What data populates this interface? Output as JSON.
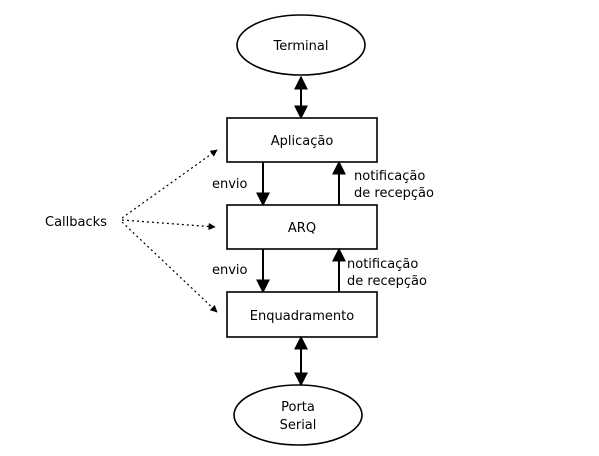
{
  "nodes": {
    "terminal": "Terminal",
    "aplicacao": "Aplicação",
    "arq": "ARQ",
    "enquadramento": "Enquadramento",
    "porta_line1": "Porta",
    "porta_line2": "Serial"
  },
  "labels": {
    "callbacks": "Callbacks",
    "envio_1": "envio",
    "envio_2": "envio",
    "notificacao_1_line1": "notificação",
    "notificacao_1_line2": "de recepção",
    "notificacao_2_line1": "notificação",
    "notificacao_2_line2": "de recepção"
  }
}
